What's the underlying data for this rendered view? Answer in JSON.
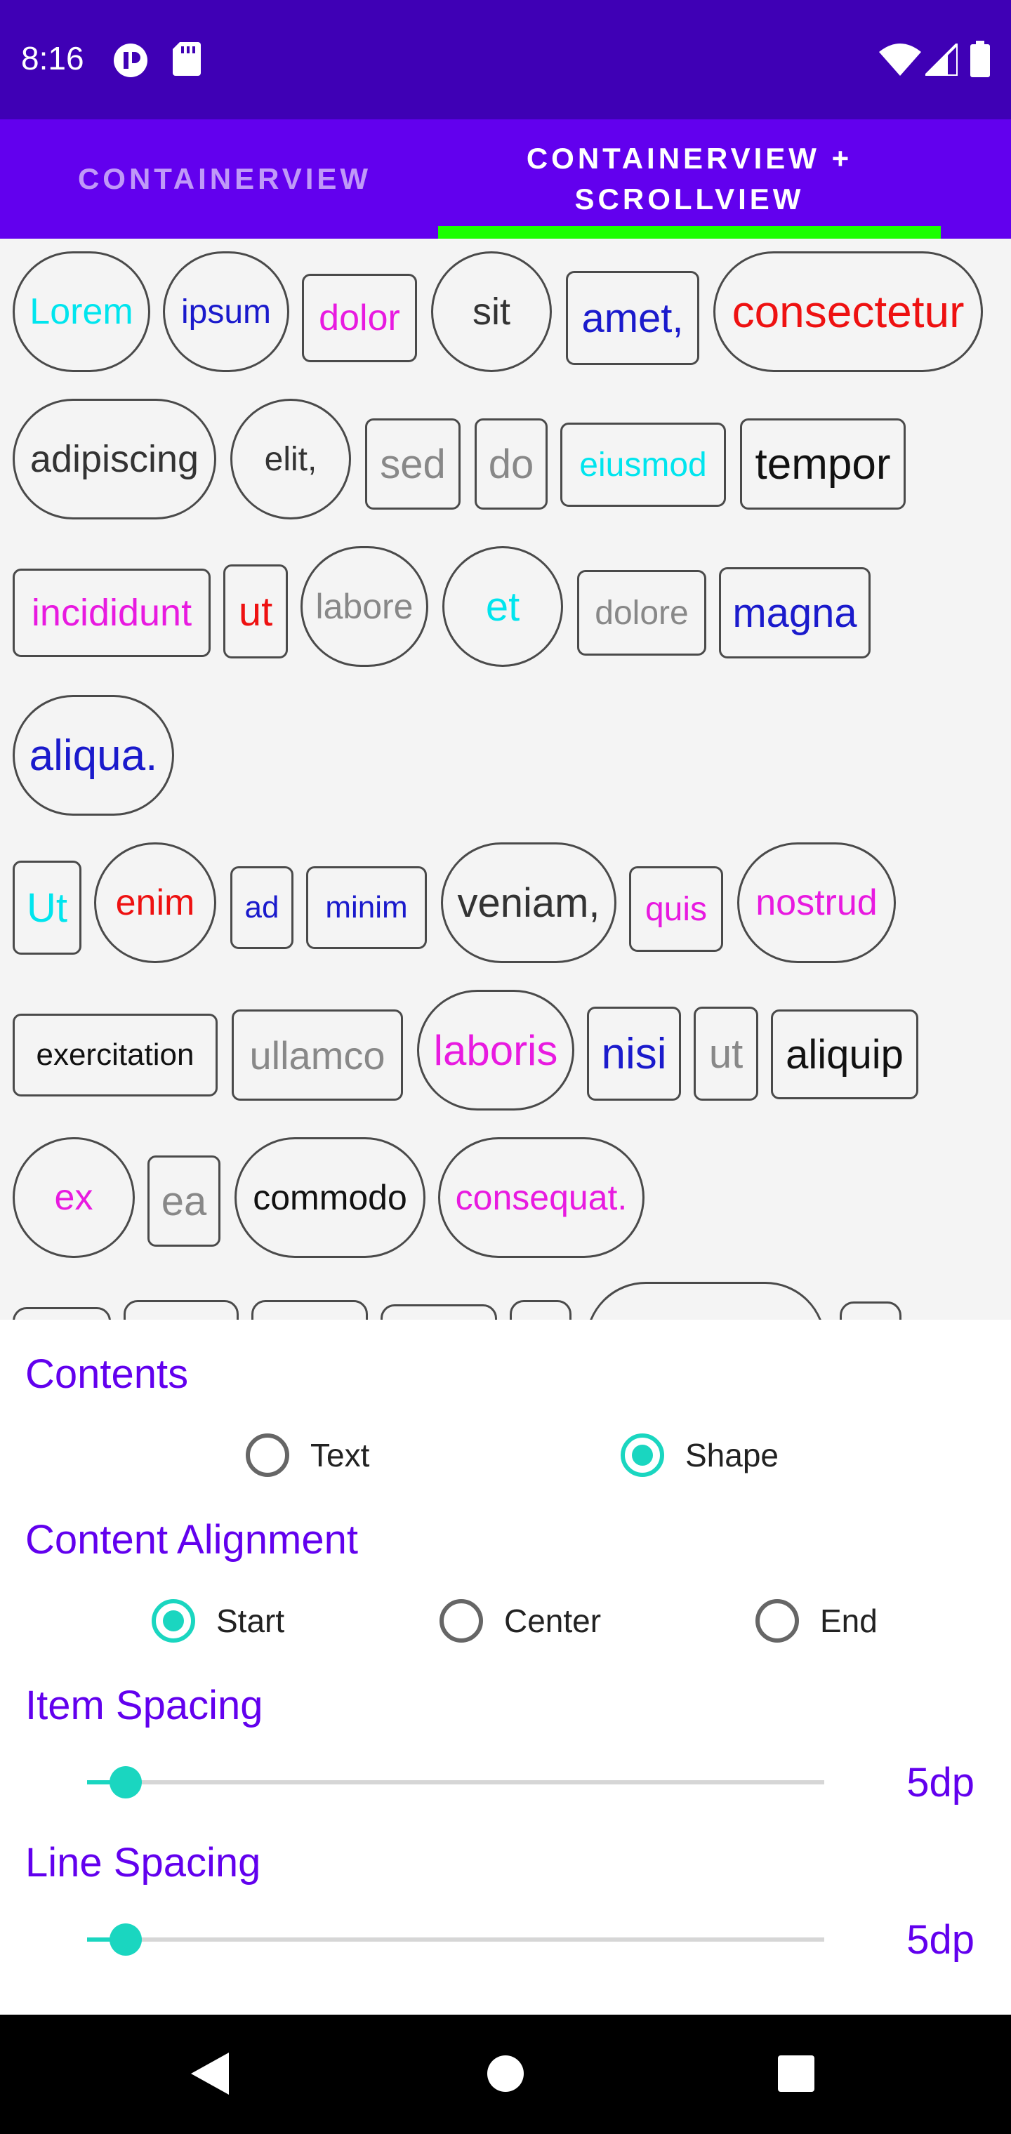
{
  "status": {
    "time": "8:16"
  },
  "tabs": [
    {
      "label": "CONTAINERVIEW"
    },
    {
      "label": "CONTAINERVIEW + SCROLLVIEW"
    }
  ],
  "chips": [
    {
      "text": "Lorem",
      "color": "#00e5ee",
      "shape": "round"
    },
    {
      "text": "ipsum",
      "color": "#1a1acc",
      "shape": "round"
    },
    {
      "text": "dolor",
      "color": "#e81ae0",
      "shape": "rect"
    },
    {
      "text": "sit",
      "color": "#333333",
      "shape": "round"
    },
    {
      "text": "amet,",
      "color": "#1a1acc",
      "shape": "rect"
    },
    {
      "text": "consectetur",
      "color": "#ee1111",
      "shape": "round"
    },
    {
      "text": "adipiscing",
      "color": "#333333",
      "shape": "round"
    },
    {
      "text": "elit,",
      "color": "#333333",
      "shape": "round"
    },
    {
      "text": "sed",
      "color": "#888888",
      "shape": "rect"
    },
    {
      "text": "do",
      "color": "#888888",
      "shape": "rect"
    },
    {
      "text": "eiusmod",
      "color": "#00e5ee",
      "shape": "rect"
    },
    {
      "text": "tempor",
      "color": "#111111",
      "shape": "rect"
    },
    {
      "text": "incididunt",
      "color": "#e81ae0",
      "shape": "rect"
    },
    {
      "text": "ut",
      "color": "#ee1111",
      "shape": "rect"
    },
    {
      "text": "labore",
      "color": "#888888",
      "shape": "round"
    },
    {
      "text": "et",
      "color": "#00e5ee",
      "shape": "round"
    },
    {
      "text": "dolore",
      "color": "#888888",
      "shape": "rect"
    },
    {
      "text": "magna",
      "color": "#1a1acc",
      "shape": "rect"
    },
    {
      "text": "aliqua.",
      "color": "#1a1acc",
      "shape": "round"
    },
    {
      "text": "Ut",
      "color": "#00e5ee",
      "shape": "rect"
    },
    {
      "text": "enim",
      "color": "#ee1111",
      "shape": "round"
    },
    {
      "text": "ad",
      "color": "#1a1acc",
      "shape": "rect"
    },
    {
      "text": "minim",
      "color": "#1a1acc",
      "shape": "rect"
    },
    {
      "text": "veniam,",
      "color": "#333333",
      "shape": "round"
    },
    {
      "text": "quis",
      "color": "#e81ae0",
      "shape": "rect"
    },
    {
      "text": "nostrud",
      "color": "#e81ae0",
      "shape": "round"
    },
    {
      "text": "exercitation",
      "color": "#111111",
      "shape": "rect"
    },
    {
      "text": "ullamco",
      "color": "#888888",
      "shape": "rect"
    },
    {
      "text": "laboris",
      "color": "#e81ae0",
      "shape": "round"
    },
    {
      "text": "nisi",
      "color": "#1a1acc",
      "shape": "rect"
    },
    {
      "text": "ut",
      "color": "#888888",
      "shape": "rect"
    },
    {
      "text": "aliquip",
      "color": "#111111",
      "shape": "rect"
    },
    {
      "text": "ex",
      "color": "#e81ae0",
      "shape": "round"
    },
    {
      "text": "ea",
      "color": "#888888",
      "shape": "rect"
    },
    {
      "text": "commodo",
      "color": "#111111",
      "shape": "round"
    },
    {
      "text": "consequat.",
      "color": "#e81ae0",
      "shape": "round"
    }
  ],
  "contents": {
    "title": "Contents",
    "options": [
      {
        "label": "Text",
        "selected": false
      },
      {
        "label": "Shape",
        "selected": true
      }
    ]
  },
  "alignment": {
    "title": "Content Alignment",
    "options": [
      {
        "label": "Start",
        "selected": true
      },
      {
        "label": "Center",
        "selected": false
      },
      {
        "label": "End",
        "selected": false
      }
    ]
  },
  "item_spacing": {
    "title": "Item Spacing",
    "value": "5dp"
  },
  "line_spacing": {
    "title": "Line Spacing",
    "value": "5dp"
  },
  "colors": {
    "status_bar": "#3f00b5",
    "tab_bar": "#6200ee",
    "indicator": "#1aff00",
    "accent": "#1ad6c0"
  }
}
